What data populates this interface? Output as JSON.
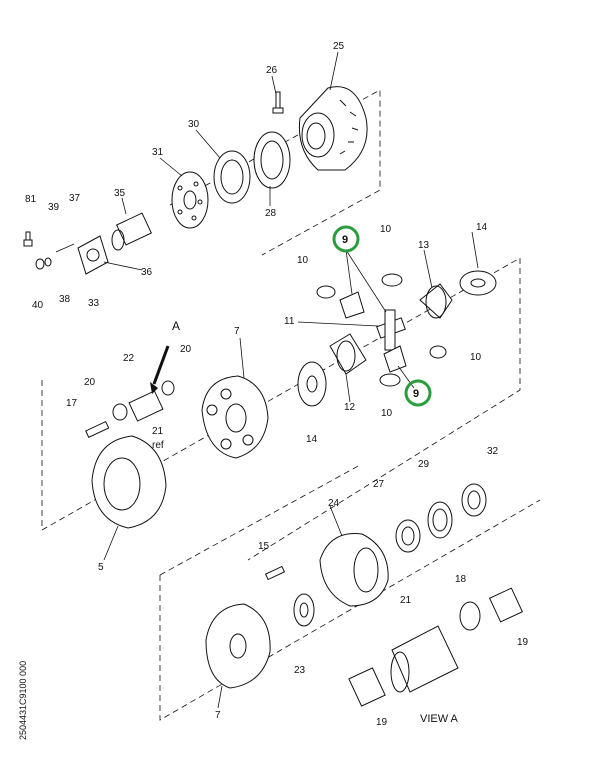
{
  "diagram": {
    "view_label": "VIEW  A",
    "ref_letter": "A",
    "ref_text": "ref",
    "drawing_number": "2504431C9100  000",
    "highlight_color": "#2a9d3c",
    "part_labels": [
      "25",
      "26",
      "30",
      "31",
      "28",
      "81",
      "39",
      "37",
      "35",
      "40",
      "38",
      "33",
      "36",
      "9",
      "10",
      "14",
      "13",
      "10",
      "11",
      "9",
      "10",
      "10",
      "12",
      "A",
      "22",
      "20",
      "7",
      "20",
      "17",
      "21",
      "14",
      "5",
      "29",
      "32",
      "27",
      "24",
      "15",
      "18",
      "21",
      "23",
      "19",
      "19",
      "7"
    ]
  }
}
